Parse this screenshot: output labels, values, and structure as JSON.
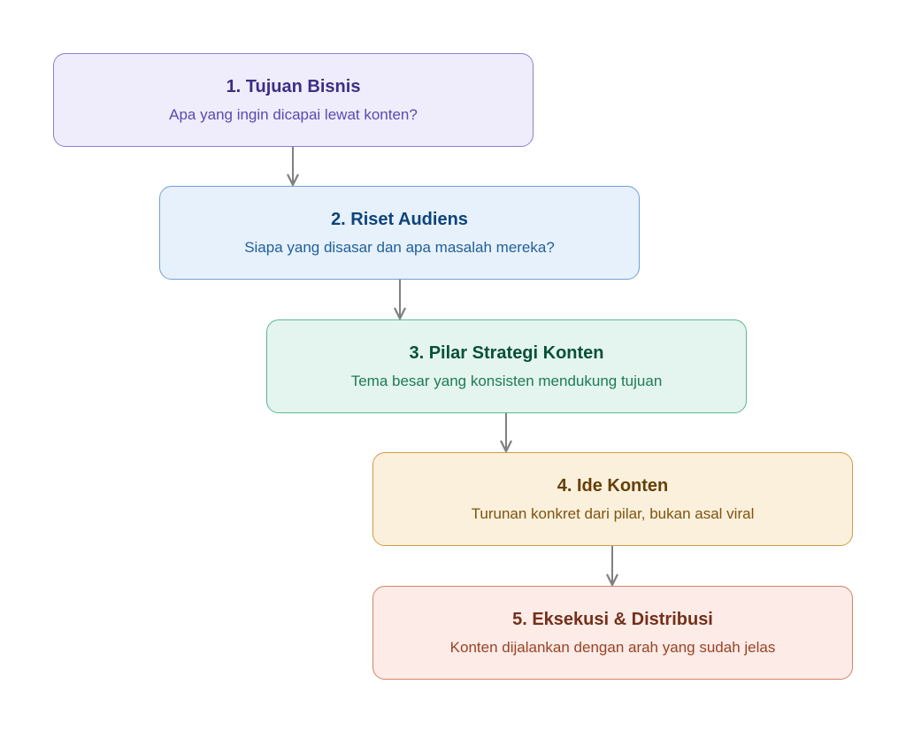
{
  "steps": [
    {
      "title": "1. Tujuan Bisnis",
      "description": "Apa yang ingin dicapai lewat konten?",
      "colors": {
        "fill": "#efedfc",
        "border": "#8b80cc",
        "title": "#3c2f86",
        "text": "#5a4ab0"
      }
    },
    {
      "title": "2. Riset Audiens",
      "description": "Siapa yang disasar dan apa masalah mereka?",
      "colors": {
        "fill": "#e7f1fb",
        "border": "#6fa1d4",
        "title": "#0c447c",
        "text": "#1f5f9c"
      }
    },
    {
      "title": "3. Pilar Strategi Konten",
      "description": "Tema besar yang konsisten mendukung tujuan",
      "colors": {
        "fill": "#e3f5ee",
        "border": "#5fb58e",
        "title": "#085038",
        "text": "#1e7a55"
      }
    },
    {
      "title": "4. Ide Konten",
      "description": "Turunan konkret dari pilar, bukan asal viral",
      "colors": {
        "fill": "#fbf0dc",
        "border": "#cf9b44",
        "title": "#653f06",
        "text": "#7f5310"
      }
    },
    {
      "title": "5. Eksekusi & Distribusi",
      "description": "Konten dijalankan dengan arah yang sudah jelas",
      "colors": {
        "fill": "#fcebe6",
        "border": "#d48366",
        "title": "#73301a",
        "text": "#9a4325"
      }
    }
  ],
  "connector_color": "#808080"
}
